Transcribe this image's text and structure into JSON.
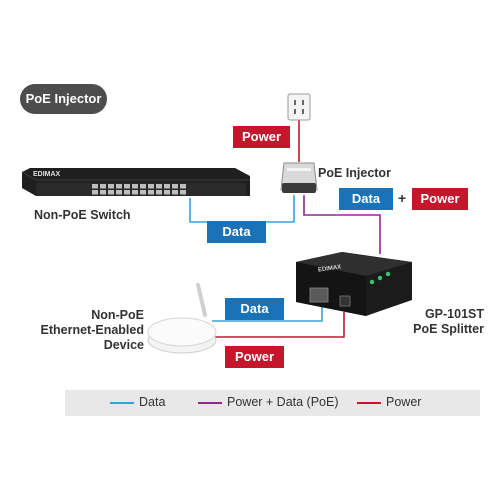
{
  "title_badge": "PoE Injector",
  "tags": {
    "power_top": "Power",
    "data_mid": "Data",
    "plus": "+",
    "power_right": "Power",
    "data_switch": "Data",
    "data_device": "Data",
    "power_device": "Power"
  },
  "labels": {
    "injector": "PoE Injector",
    "switch": "Non-PoE Switch",
    "device_line1": "Non-PoE",
    "device_line2": "Ethernet-Enabled",
    "device_line3": "Device",
    "splitter_line1": "GP-101ST",
    "splitter_line2": "PoE Splitter",
    "switch_brand": "EDIMAX",
    "splitter_brand": "EDIMAX"
  },
  "legend": {
    "data": "Data",
    "poe": "Power + Data (PoE)",
    "power": "Power"
  },
  "colors": {
    "data_line": "#3aa0d8",
    "poe_line": "#8e2a8a",
    "power_line": "#c4172c",
    "tag_blue": "#1a73b8",
    "tag_red": "#c4172c"
  }
}
